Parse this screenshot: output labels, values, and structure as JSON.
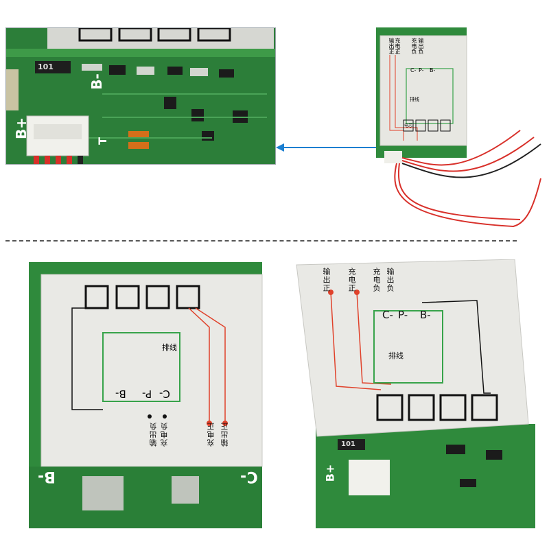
{
  "zoom_panel": {
    "labels": {
      "bplus": "B+",
      "bminus": "B-",
      "t": "T",
      "resistor": "101"
    }
  },
  "top_right_board": {
    "labels": {
      "out_pos": "输出正",
      "chg_pos": "充电正",
      "chg_neg": "充电负",
      "out_neg": "输出负",
      "c": "C-",
      "p": "P-",
      "b": "B-",
      "wire": "排线",
      "cell": "电芯"
    }
  },
  "bottom_left_board": {
    "labels": {
      "b": "B-",
      "p": "P-",
      "c": "C-",
      "wire": "排线",
      "chg_neg": "充电负",
      "out_neg": "输出负",
      "chg_pos": "充电正",
      "out_pos": "输出正",
      "bminus": "B-",
      "cminus": "C-"
    }
  },
  "bottom_right_board": {
    "labels": {
      "out_pos": "输出正",
      "chg_pos": "充电正",
      "chg_neg": "充电负",
      "out_neg": "输出负",
      "c": "C-",
      "p": "P-",
      "b": "B-",
      "wire": "排线",
      "resistor": "101",
      "bplus": "B+"
    }
  },
  "colors": {
    "pcb": "#2f8a3c",
    "trace_red": "#e0412a",
    "trace_green": "#37a34a",
    "arrow": "#1b7fd1"
  }
}
